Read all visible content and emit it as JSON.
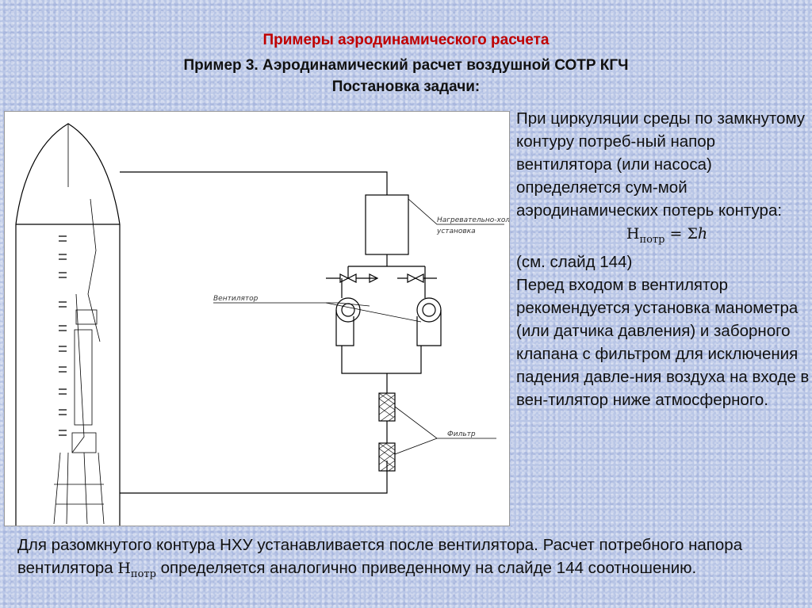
{
  "header": {
    "title": "Примеры аэродинамического расчета",
    "subtitle": "Пример 3. Аэродинамический расчет воздушной СОТР КГЧ",
    "section": "Постановка задачи:"
  },
  "diagram": {
    "labels": {
      "heater_line1": "Нагревательно-хол.",
      "heater_line2": "установка",
      "fan": "Вентилятор",
      "filter": "Фильтр"
    }
  },
  "side_text": {
    "para1": "При циркуляции среды по замкнутому контуру потреб-ный напор вентилятора (или насоса) определяется сум-мой аэродинамических потерь контура:",
    "formula_main": "Н",
    "formula_sub": "потр",
    "formula_rest": " = Σℎ",
    "para2": "(см. слайд 144)",
    "para3": "Перед входом в вентилятор рекомендуется установка манометра (или датчика давления) и заборного клапана с фильтром для исключения падения давле-ния воздуха на входе в вен-тилятор ниже атмосферного."
  },
  "bottom_text": {
    "part1": "Для разомкнутого контура НХУ устанавливается после вентилятора. Расчет потребного напора вентилятора ",
    "h_main": "Н",
    "h_sub": "потр",
    "part2": " определяется аналогично приведенному на слайде 144 соотношению."
  }
}
